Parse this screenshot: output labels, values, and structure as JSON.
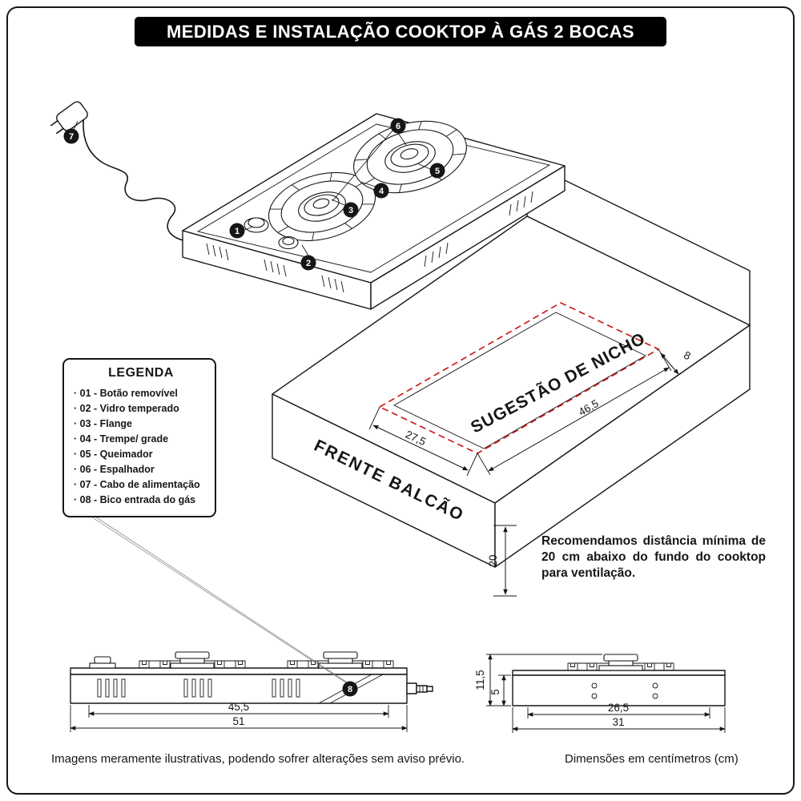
{
  "header": {
    "title": "MEDIDAS E INSTALAÇÃO COOKTOP À GÁS 2 BOCAS"
  },
  "legend": {
    "title": "LEGENDA",
    "items": [
      "· 01 - Botão removível",
      "· 02 - Vidro temperado",
      "· 03 - Flange",
      "· 04 - Trempe/ grade",
      "· 05 - Queimador",
      "· 06 - Espalhador",
      "· 07 - Cabo de alimentação",
      "· 08 - Bico entrada do gás"
    ]
  },
  "callouts": {
    "c1": "1",
    "c2": "2",
    "c3": "3",
    "c4": "4",
    "c5": "5",
    "c6": "6",
    "c7": "7",
    "c8": "8"
  },
  "niche": {
    "label": "SUGESTÃO DE NICHO",
    "depth": "27,5",
    "width": "46,5",
    "back_gap": "8"
  },
  "counter": {
    "front_label": "FRENTE BALCÃO",
    "clearance_below": "20"
  },
  "ventilation_note": "Recomendamos distância mínima de 20 cm abaixo do fundo do cooktop para ventilação.",
  "front_view": {
    "inner_width": "45,5",
    "outer_width": "51"
  },
  "side_view": {
    "total_height": "11,5",
    "body_height": "5",
    "inner_depth": "26,5",
    "outer_depth": "31"
  },
  "footer": {
    "disclaimer": "Imagens meramente ilustrativas, podendo sofrer alterações sem aviso prévio.",
    "units": "Dimensões em centímetros (cm)"
  },
  "colors": {
    "red": "#cc1111",
    "gray": "#8c8c8c",
    "ink": "#161616"
  }
}
